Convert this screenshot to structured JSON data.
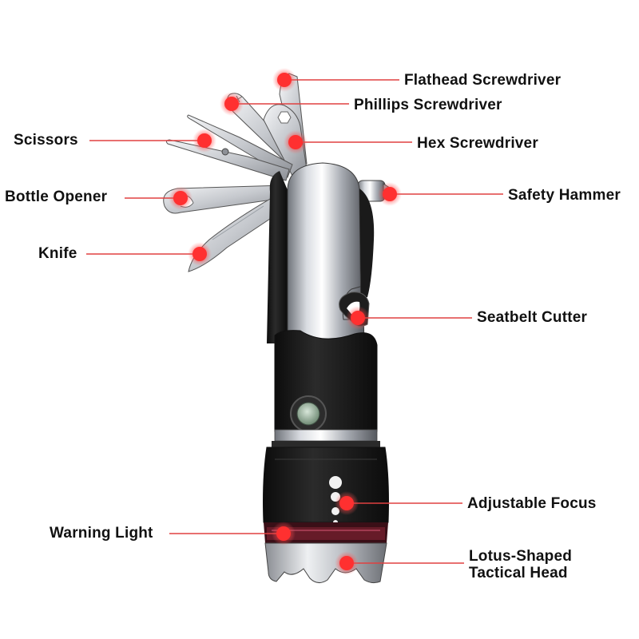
{
  "labels": {
    "flathead": "Flathead Screwdriver",
    "phillips": "Phillips Screwdriver",
    "scissors": "Scissors",
    "hex": "Hex Screwdriver",
    "bottle_opener": "Bottle Opener",
    "safety_hammer": "Safety Hammer",
    "knife": "Knife",
    "seatbelt_cutter": "Seatbelt Cutter",
    "adjustable_focus": "Adjustable Focus",
    "warning_light": "Warning Light",
    "lotus_head_line1": "Lotus-Shaped",
    "lotus_head_line2": "Tactical Head"
  },
  "colors": {
    "leader_line": "#e04040",
    "marker": "#ff3030",
    "steel": "#c9ccd2",
    "rubber": "#1c1c1c",
    "background": "#ffffff"
  },
  "icons": {
    "marker": "red-glow-dot",
    "power_button": "round-power-button"
  }
}
